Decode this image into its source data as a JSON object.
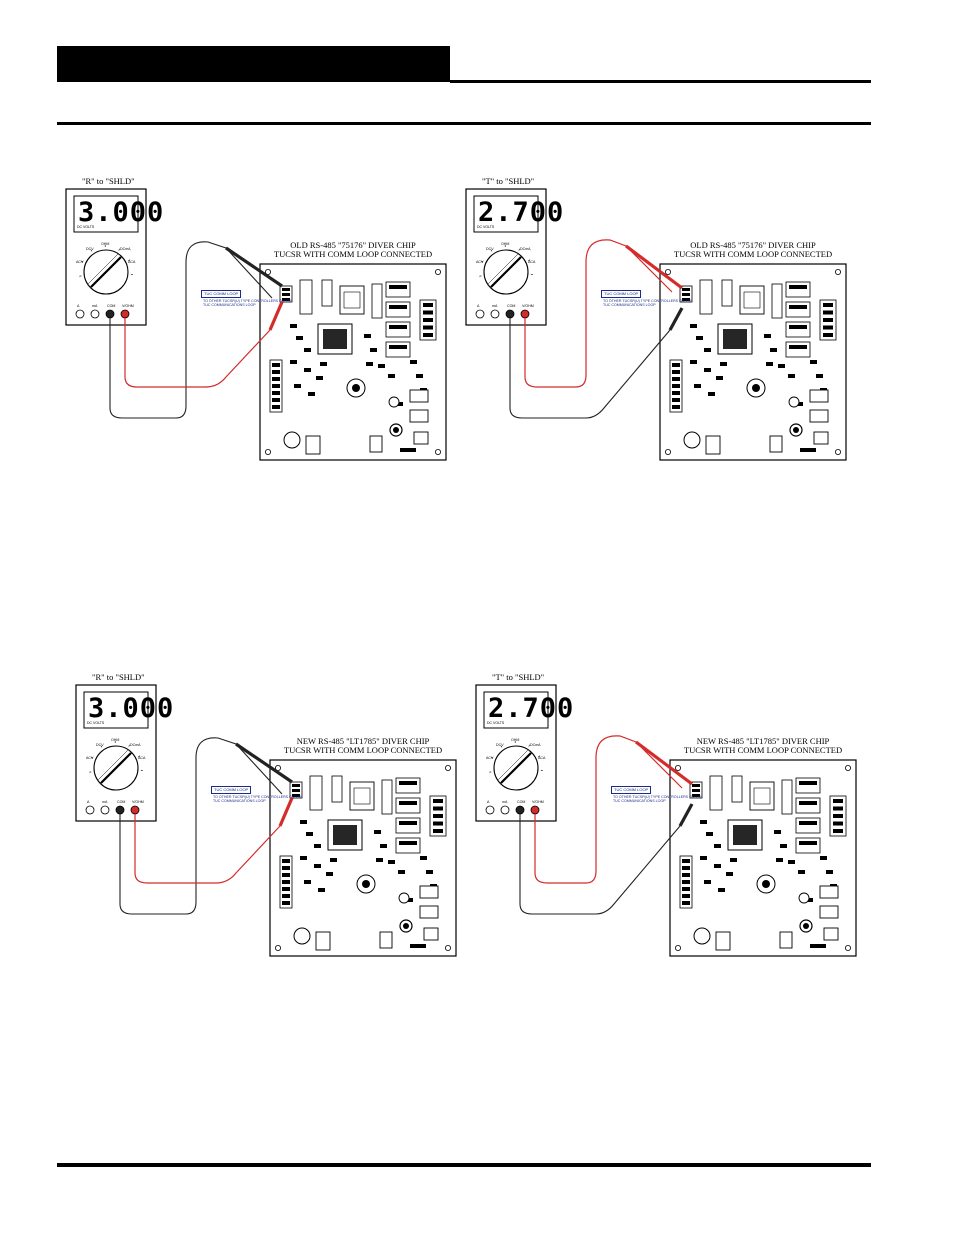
{
  "panels": [
    {
      "probe_label": "\"R\" to \"SHLD\"",
      "reading": "3.000",
      "unit": "DC VOLTS",
      "chip_title": "OLD RS-485   \"75176\" DIVER CHIP",
      "board_title": "TUCSR WITH COMM LOOP CONNECTED",
      "comm_tag": "TUC COMM LOOP",
      "comm_note": "TO OTHER TUCSR(U) TYPE CONTROLLERS ON THE TUC COMMUNICATIONS LOOP",
      "red_probe_to": "top"
    },
    {
      "probe_label": "\"T\" to \"SHLD\"",
      "reading": "2.700",
      "unit": "DC VOLTS",
      "chip_title": "OLD RS-485   \"75176\" DIVER CHIP",
      "board_title": "TUCSR WITH COMM LOOP CONNECTED",
      "comm_tag": "TUC COMM LOOP",
      "comm_note": "TO OTHER TUCSR(U) TYPE CONTROLLERS ON THE TUC COMMUNICATIONS LOOP",
      "red_probe_to": "bottom"
    },
    {
      "probe_label": "\"R\" to \"SHLD\"",
      "reading": "3.000",
      "unit": "DC VOLTS",
      "chip_title": "NEW RS-485   \"LT1785\" DIVER CHIP",
      "board_title": "TUCSR WITH COMM LOOP CONNECTED",
      "comm_tag": "TUC COMM LOOP",
      "comm_note": "TO OTHER TUCSR(U) TYPE CONTROLLERS ON THE TUC COMMUNICATIONS LOOP",
      "red_probe_to": "top"
    },
    {
      "probe_label": "\"T\" to \"SHLD\"",
      "reading": "2.700",
      "unit": "DC VOLTS",
      "chip_title": "NEW RS-485   \"LT1785\" DIVER CHIP",
      "board_title": "TUCSR WITH COMM LOOP CONNECTED",
      "comm_tag": "TUC COMM LOOP",
      "comm_note": "TO OTHER TUCSR(U) TYPE CONTROLLERS ON THE TUC COMMUNICATIONS LOOP",
      "red_probe_to": "bottom"
    }
  ],
  "dial_labels": [
    "DCV",
    "OHM",
    "DCmA",
    "ACV",
    "ACA"
  ],
  "jack_labels": [
    "A",
    "mA",
    "COM",
    "V/OHM"
  ],
  "colors": {
    "red_lead": "#d42b2b",
    "black_lead": "#222222",
    "comm_blue": "#1a2b8c"
  }
}
